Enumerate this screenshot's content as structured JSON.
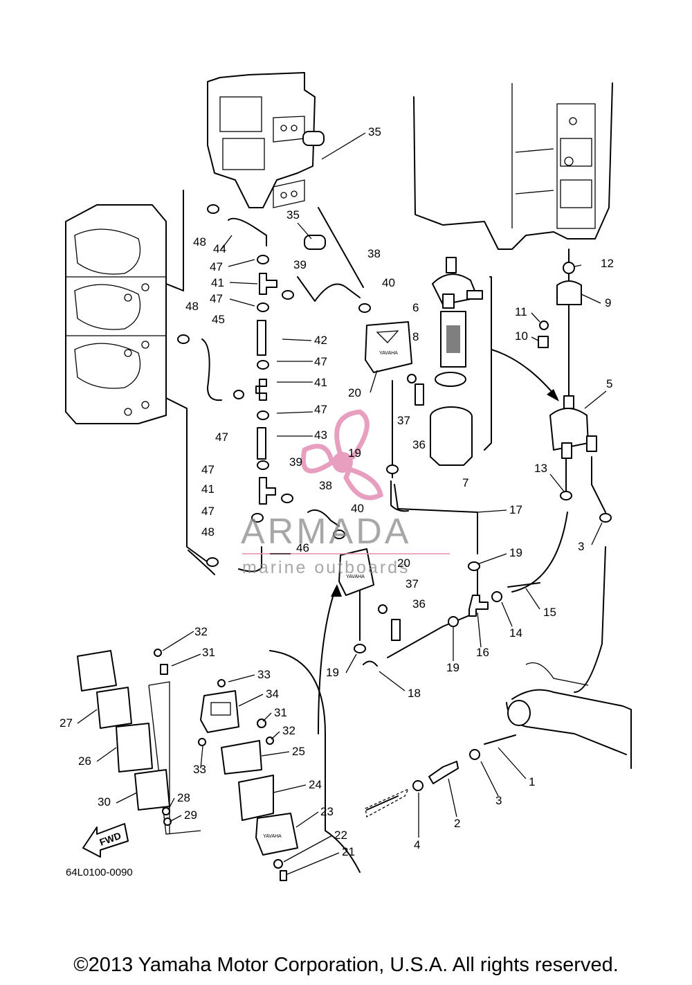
{
  "diagram_code": "64L0100-0090",
  "copyright": "©2013 Yamaha Motor Corporation, U.S.A. All rights reserved.",
  "fwd_label": "FWD",
  "pump_brand": "YAVAHA",
  "watermark": {
    "brand": "ARMADA",
    "tagline": "marine outboards",
    "color": "#e58fb5"
  },
  "callouts": {
    "c1": "1",
    "c2": "2",
    "c3a": "3",
    "c3b": "3",
    "c4": "4",
    "c5": "5",
    "c6": "6",
    "c7": "7",
    "c8": "8",
    "c9": "9",
    "c10": "10",
    "c11": "11",
    "c12": "12",
    "c13": "13",
    "c14": "14",
    "c15": "15",
    "c16": "16",
    "c17": "17",
    "c18": "18",
    "c19a": "19",
    "c19b": "19",
    "c19c": "19",
    "c19d": "19",
    "c20a": "20",
    "c20b": "20",
    "c21": "21",
    "c22": "22",
    "c23": "23",
    "c24": "24",
    "c25": "25",
    "c26": "26",
    "c27": "27",
    "c28": "28",
    "c29": "29",
    "c30": "30",
    "c31a": "31",
    "c31b": "31",
    "c32a": "32",
    "c32b": "32",
    "c33a": "33",
    "c33b": "33",
    "c34": "34",
    "c35a": "35",
    "c35b": "35",
    "c36a": "36",
    "c36b": "36",
    "c37a": "37",
    "c37b": "37",
    "c38a": "38",
    "c38b": "38",
    "c39a": "39",
    "c39b": "39",
    "c40a": "40",
    "c40b": "40",
    "c41a": "41",
    "c41b": "41",
    "c41c": "41",
    "c42": "42",
    "c43": "43",
    "c44": "44",
    "c45": "45",
    "c46": "46",
    "c47a": "47",
    "c47b": "47",
    "c47c": "47",
    "c47d": "47",
    "c47e": "47",
    "c47f": "47",
    "c47g": "47",
    "c48a": "48",
    "c48b": "48",
    "c48c": "48"
  }
}
